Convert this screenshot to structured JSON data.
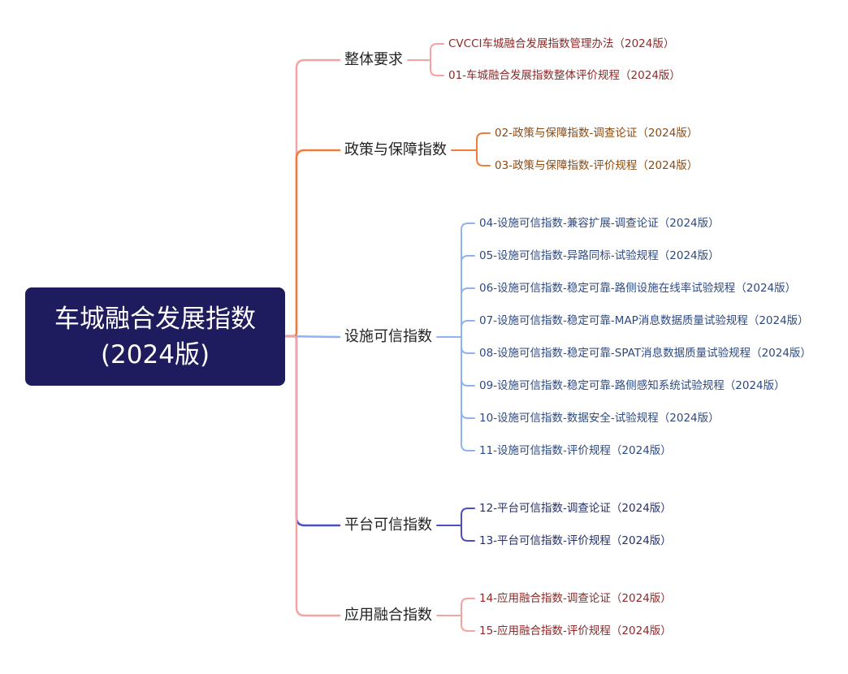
{
  "root": {
    "line1": "车城融合发展指数",
    "line2": "(2024版)"
  },
  "branches": [
    {
      "label": "整体要求",
      "color": "#f4a3a3",
      "text_color": "#8b2a2a",
      "leaves": [
        "CVCCI车城融合发展指数管理办法（2024版）",
        "01-车城融合发展指数整体评价规程（2024版）"
      ]
    },
    {
      "label": "政策与保障指数",
      "color": "#ef7d3a",
      "text_color": "#8a4a12",
      "leaves": [
        "02-政策与保障指数-调查论证（2024版）",
        "03-政策与保障指数-评价规程（2024版）"
      ]
    },
    {
      "label": "设施可信指数",
      "color": "#8fb3ee",
      "text_color": "#2e4a80",
      "leaves": [
        "04-设施可信指数-兼容扩展-调查论证（2024版）",
        "05-设施可信指数-异路同标-试验规程（2024版）",
        "06-设施可信指数-稳定可靠-路侧设施在线率试验规程（2024版）",
        "07-设施可信指数-稳定可靠-MAP消息数据质量试验规程（2024版）",
        "08-设施可信指数-稳定可靠-SPAT消息数据质量试验规程（2024版）",
        "09-设施可信指数-稳定可靠-路侧感知系统试验规程（2024版）",
        "10-设施可信指数-数据安全-试验规程（2024版）",
        "11-设施可信指数-评价规程（2024版）"
      ]
    },
    {
      "label": "平台可信指数",
      "color": "#4a4fc4",
      "text_color": "#25306b",
      "leaves": [
        "12-平台可信指数-调查论证（2024版）",
        "13-平台可信指数-评价规程（2024版）"
      ]
    },
    {
      "label": "应用融合指数",
      "color": "#f4a3a3",
      "text_color": "#8b2a2a",
      "leaves": [
        "14-应用融合指数-调查论证（2024版）",
        "15-应用融合指数-评价规程（2024版）"
      ]
    }
  ]
}
